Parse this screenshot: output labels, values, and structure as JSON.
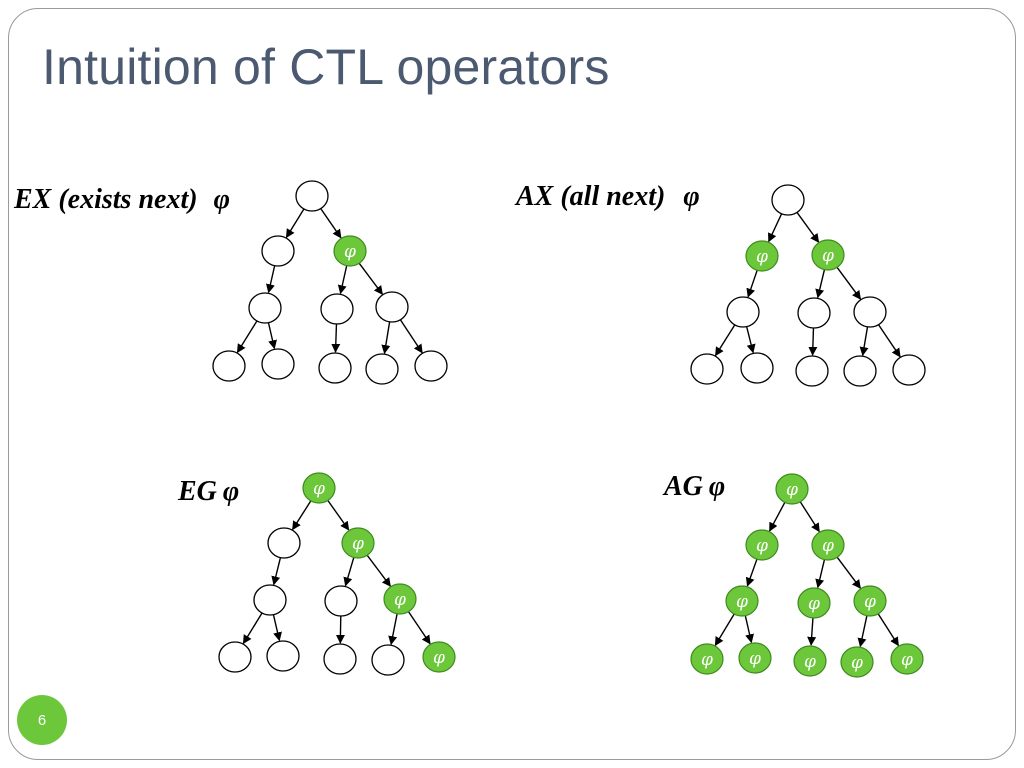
{
  "slide": {
    "title": "Intuition of CTL operators",
    "page_number": "6"
  },
  "colors": {
    "title": "#4b5a70",
    "phi_fill": "#6cc83a",
    "phi_stroke": "#3e8a1e",
    "node_stroke": "#000000",
    "badge": "#6cc83a"
  },
  "trees": [
    {
      "id": "ex",
      "label_op": "EX (exists next)",
      "label_symbol": "φ",
      "phi_nodes": [
        "1R"
      ]
    },
    {
      "id": "ax",
      "label_op": "AX (all next)",
      "label_symbol": "φ",
      "phi_nodes": [
        "1L",
        "1R"
      ]
    },
    {
      "id": "eg",
      "label_op": "EG",
      "label_symbol": "φ",
      "phi_nodes": [
        "0",
        "1R",
        "2R",
        "3RR"
      ]
    },
    {
      "id": "ag",
      "label_op": "AG",
      "label_symbol": "φ",
      "phi_nodes": [
        "0",
        "1L",
        "1R",
        "2L",
        "2M",
        "2R",
        "3LL",
        "3LR",
        "3M",
        "3RL",
        "3RR"
      ]
    }
  ],
  "node_symbol": "φ"
}
